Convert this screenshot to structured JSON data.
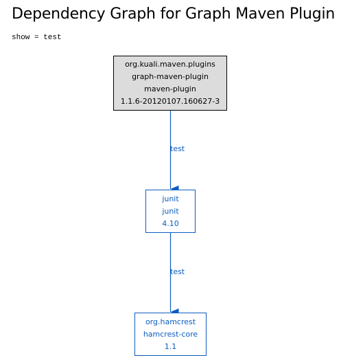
{
  "page": {
    "title": "Dependency Graph for Graph Maven Plugin",
    "parameter_text": "show = test"
  },
  "graph": {
    "edge_color": "#0b5cc0",
    "root_fill": "#dcdcdc",
    "nodes": [
      {
        "id": "root",
        "lines": [
          "org.kuali.maven.plugins",
          "graph-maven-plugin",
          "maven-plugin",
          "1.1.6-20120107.160627-3"
        ]
      },
      {
        "id": "junit",
        "lines": [
          "junit",
          "junit",
          "4.10"
        ]
      },
      {
        "id": "hamcrest",
        "lines": [
          "org.hamcrest",
          "hamcrest-core",
          "1.1"
        ]
      }
    ],
    "edges": [
      {
        "from": "root",
        "to": "junit",
        "label": "test"
      },
      {
        "from": "junit",
        "to": "hamcrest",
        "label": "test"
      }
    ]
  }
}
